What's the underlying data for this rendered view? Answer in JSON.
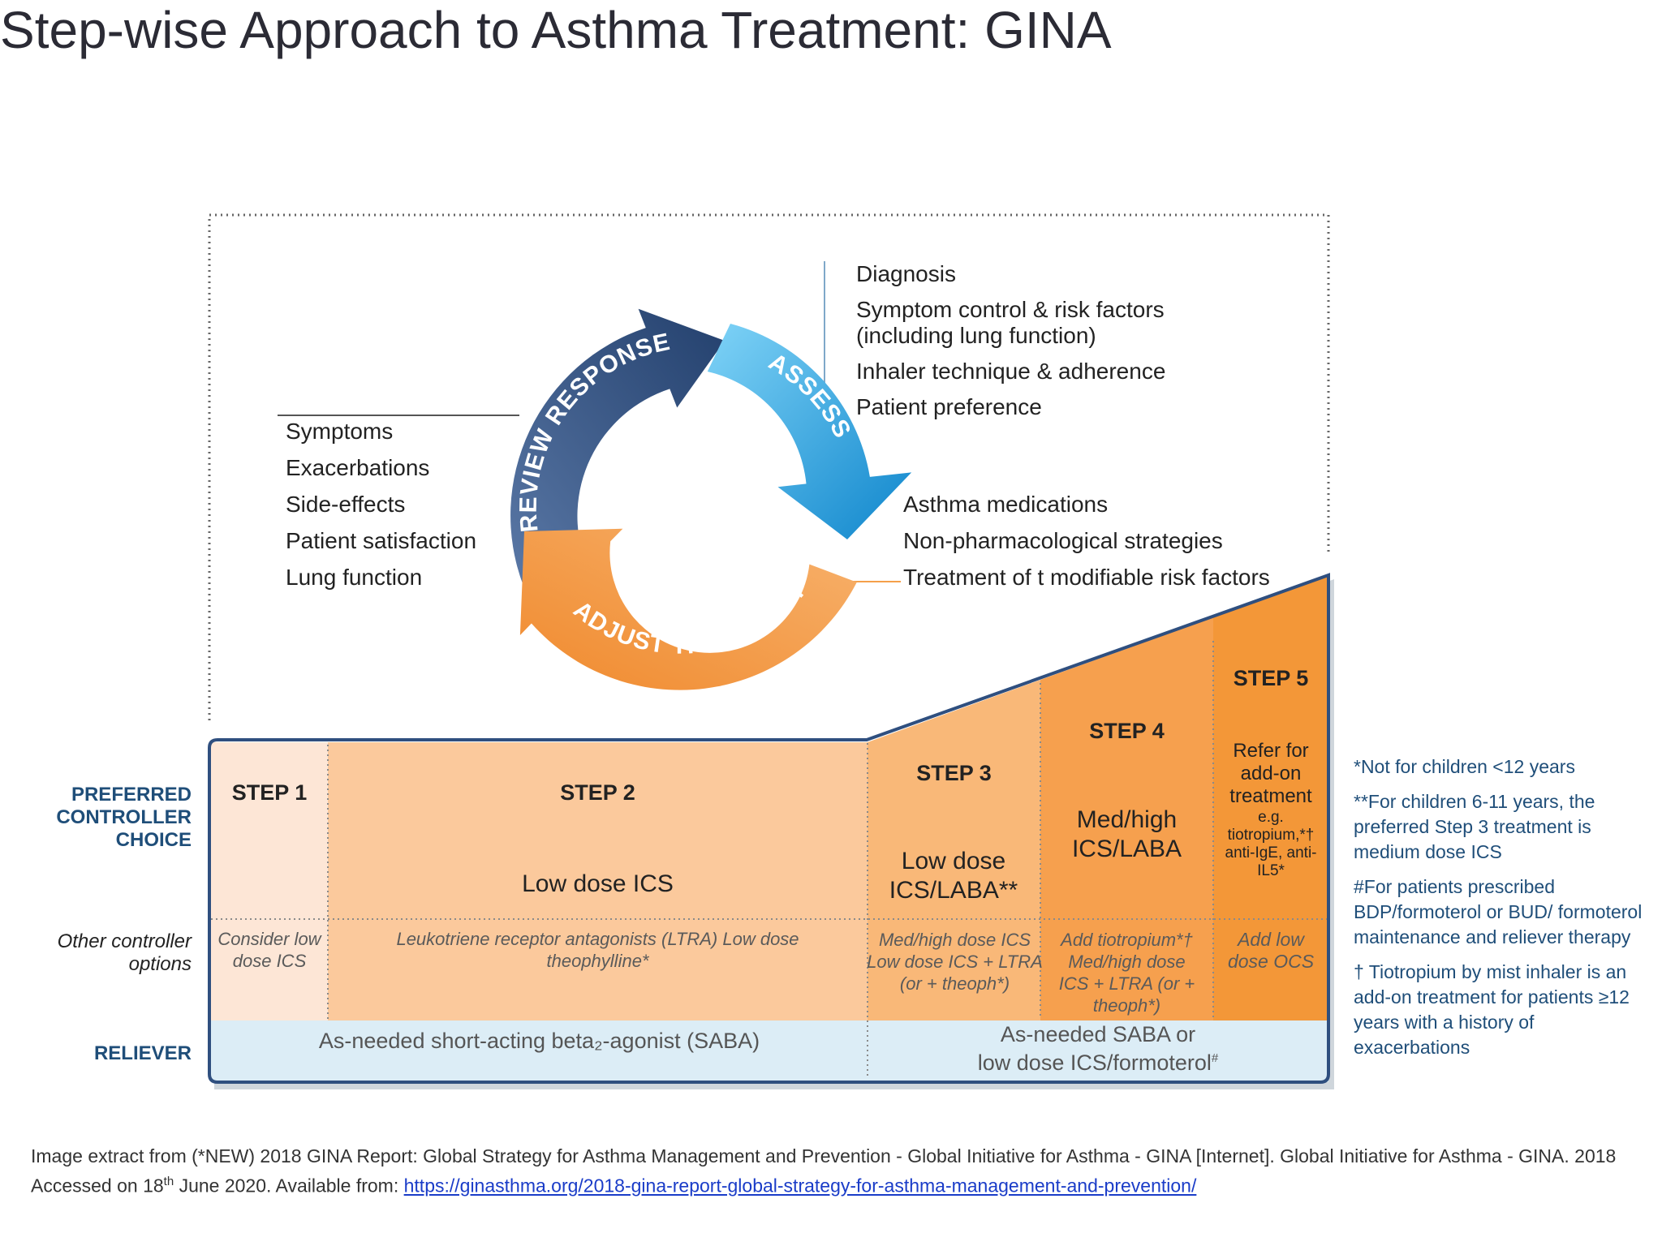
{
  "title": "Step-wise Approach to Asthma Treatment: GINA",
  "cycle": {
    "review_label": "REVIEW RESPONSE",
    "assess_label": "ASSESS",
    "adjust_label": "ADJUST TREATMENT",
    "assess_items": [
      "Diagnosis",
      "Symptom control & risk factors (including lung function)",
      "Inhaler technique & adherence",
      "Patient preference"
    ],
    "review_items": [
      "Symptoms",
      "Exacerbations",
      "Side-effects",
      "Patient satisfaction",
      "Lung function"
    ],
    "adjust_items": [
      "Asthma medications",
      "Non-pharmacological strategies",
      "Treatment of t modifiable risk factors"
    ]
  },
  "row_labels": {
    "preferred": "PREFERRED CONTROLLER CHOICE",
    "other": "Other controller options",
    "reliever": "RELIEVER"
  },
  "steps": [
    {
      "title": "STEP 1",
      "preferred": "",
      "other": "Consider low dose ICS"
    },
    {
      "title": "STEP 2",
      "preferred": "Low dose ICS",
      "other": "Leukotriene receptor antagonists (LTRA) Low dose theophylline*"
    },
    {
      "title": "STEP 3",
      "preferred": "Low dose ICS/LABA**",
      "other": "Med/high dose ICS Low dose ICS + LTRA (or + theoph*)"
    },
    {
      "title": "STEP 4",
      "preferred": "Med/high ICS/LABA",
      "other": "Add tiotropium*† Med/high dose ICS + LTRA (or + theoph*)"
    },
    {
      "title": "STEP 5",
      "preferred": "Refer for add-on treatment",
      "preferred_detail": "e.g. tiotropium,*† anti-IgE, anti-IL5*",
      "other": "Add low dose OCS"
    }
  ],
  "reliever": {
    "left": "As-needed short-acting beta₂-agonist (SABA)",
    "right_line1": "As-needed SABA or",
    "right_line2": "low dose ICS/formoterol",
    "right_mark": "#"
  },
  "notes": [
    "*Not for children <12 years",
    "**For children 6-11 years, the preferred Step 3 treatment is medium dose ICS",
    "#For patients prescribed BDP/formoterol or BUD/ formoterol maintenance and reliever therapy",
    "† Tiotropium by mist inhaler is an add-on treatment for patients ≥12 years with a history of exacerbations"
  ],
  "footer": {
    "text1": "Image extract from (*NEW) 2018 GINA Report: Global Strategy for Asthma Management and Prevention - Global Initiative for Asthma - GINA [Internet]. Global Initiative for Asthma - GINA. 2018 Accessed on 18",
    "sup": "th",
    "text2": " June 2020. Available from: ",
    "link": "https://ginasthma.org/2018-gina-report-global-strategy-for-asthma-management-and-prevention/"
  },
  "colors": {
    "step1": "#fde6d6",
    "step2": "#fbc99c",
    "step3": "#f9b878",
    "step4": "#f6a04e",
    "step5": "#f39738",
    "reliever": "#dcedf6",
    "arrow_review": "#2f4f7f",
    "arrow_assess": "#1ea0de",
    "arrow_adjust": "#f5a04a",
    "label_blue": "#1f4e79"
  }
}
